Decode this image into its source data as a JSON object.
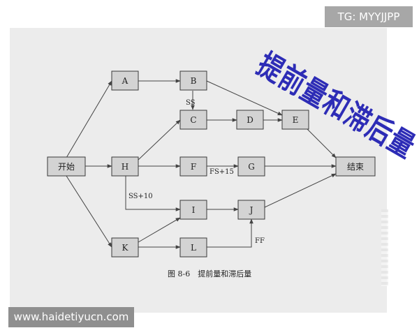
{
  "badges": {
    "telegram": "TG: MYYJJPP",
    "website": "www.haidetiyucn.com"
  },
  "watermark": "提前量和滞后量",
  "figure": {
    "caption": "图 8-6　提前量和滞后量",
    "nodes": {
      "start": "开始",
      "A": "A",
      "B": "B",
      "C": "C",
      "D": "D",
      "E": "E",
      "H": "H",
      "F": "F",
      "G": "G",
      "I": "I",
      "J": "J",
      "K": "K",
      "L": "L",
      "end": "结束"
    },
    "relationships": {
      "b_c": "SS",
      "f_g": "FS+15",
      "h_i": "SS+10",
      "l_j": "FF"
    }
  },
  "colors": {
    "node_fill": "#d3d3d3",
    "watermark": "#2d2cb6"
  }
}
